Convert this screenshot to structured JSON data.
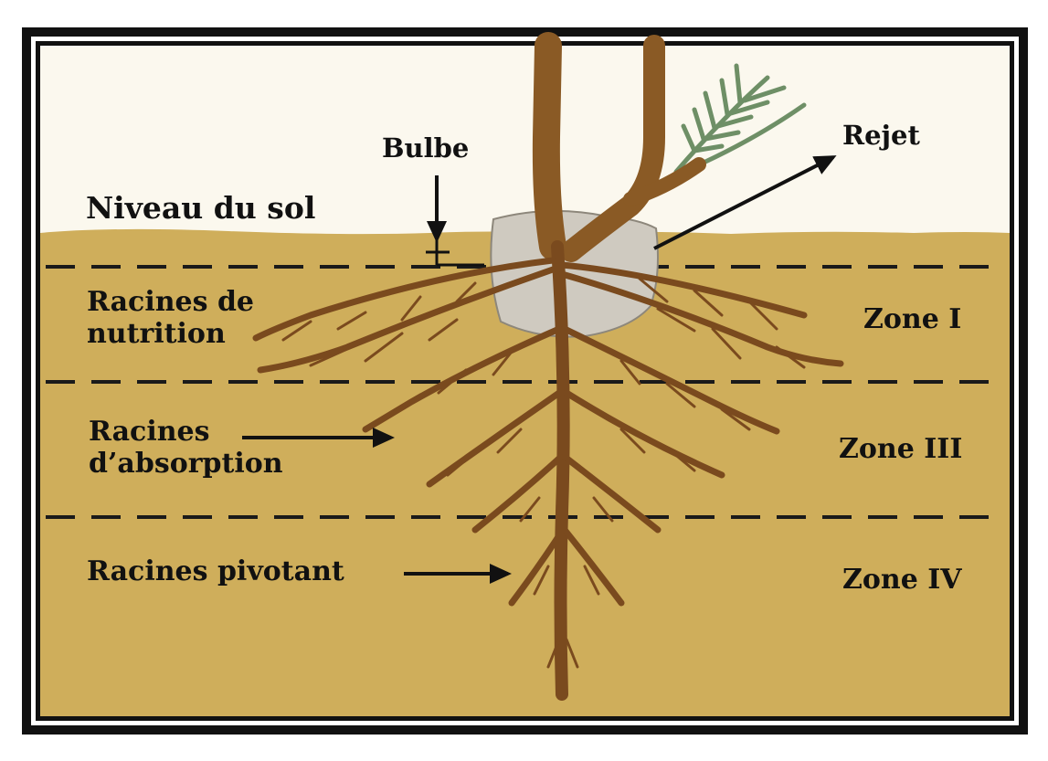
{
  "labels": {
    "ground_level": "Niveau du sol",
    "bulb": "Bulbe",
    "offshoot": "Rejet",
    "feeding_roots_1": "Racines de",
    "feeding_roots_2": "nutrition",
    "absorption_roots_1": "Racines",
    "absorption_roots_2": "d’absorption",
    "taproot": "Racines pivotant"
  },
  "zones": [
    {
      "label": "Zone I"
    },
    {
      "label": "Zone III"
    },
    {
      "label": "Zone IV"
    }
  ],
  "colors": {
    "frame": "#111111",
    "sky": "#fbf8ee",
    "soil": "#cfae5b",
    "trunk": "#8a5a25",
    "root": "#7a4a1e",
    "leaf": "#6e8f66",
    "rootball": "#cfcac0",
    "dashes": "#1a1a1a"
  },
  "icons": [
    "arrow-down-icon",
    "arrow-right-icon",
    "arrow-up-right-icon",
    "dashed-divider-line"
  ]
}
